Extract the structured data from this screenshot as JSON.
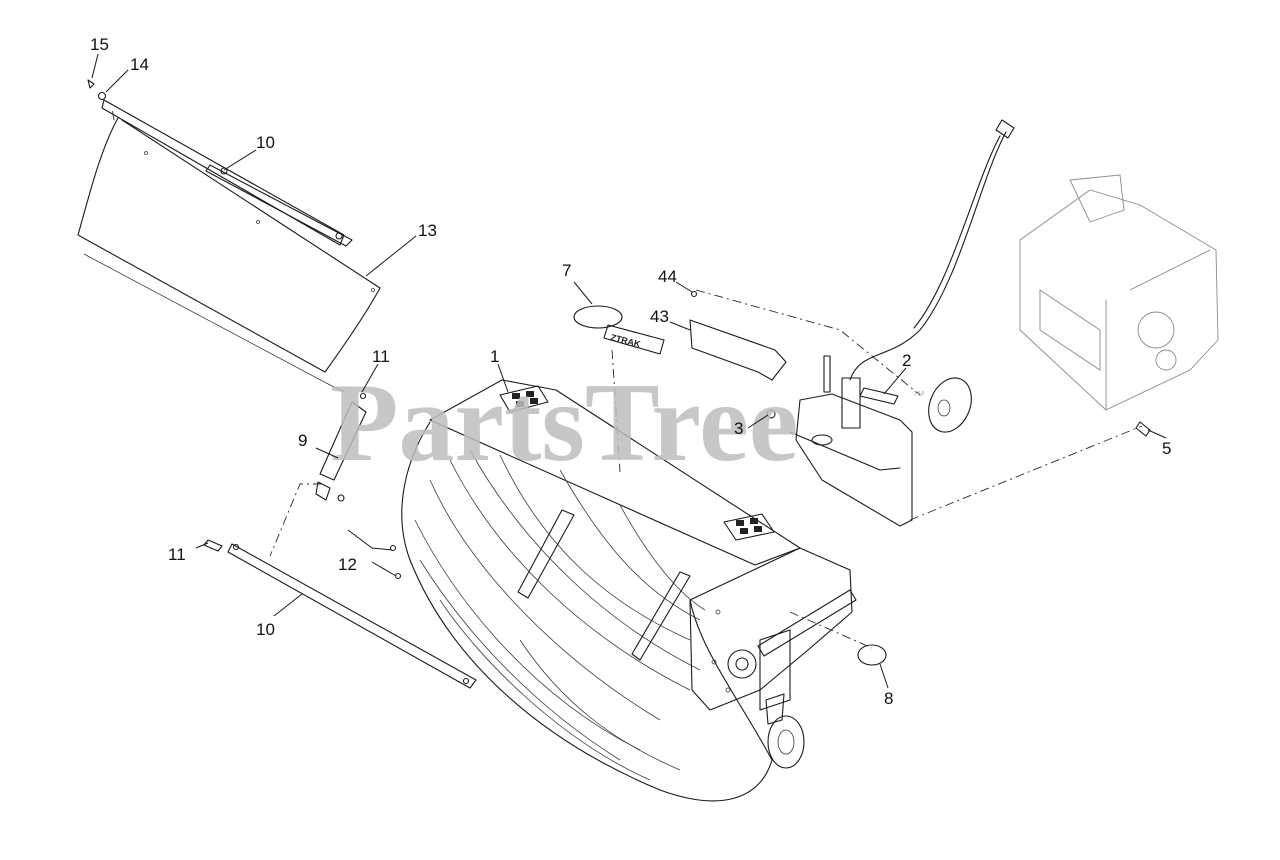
{
  "watermark": {
    "text": "PartsTree",
    "mark": "™"
  },
  "decal": {
    "text": "ZTRAK"
  },
  "callouts": [
    {
      "id": "1",
      "label": "1"
    },
    {
      "id": "2",
      "label": "2"
    },
    {
      "id": "3",
      "label": "3"
    },
    {
      "id": "5",
      "label": "5"
    },
    {
      "id": "7",
      "label": "7"
    },
    {
      "id": "8",
      "label": "8"
    },
    {
      "id": "9",
      "label": "9"
    },
    {
      "id": "10a",
      "label": "10"
    },
    {
      "id": "10b",
      "label": "10"
    },
    {
      "id": "11a",
      "label": "11"
    },
    {
      "id": "11b",
      "label": "11"
    },
    {
      "id": "12",
      "label": "12"
    },
    {
      "id": "13",
      "label": "13"
    },
    {
      "id": "14",
      "label": "14"
    },
    {
      "id": "15",
      "label": "15"
    },
    {
      "id": "43",
      "label": "43"
    },
    {
      "id": "44",
      "label": "44"
    }
  ],
  "icons": {
    "warning_decals": "warning-decal-icon",
    "brand_decal": "brand-decal-icon"
  }
}
